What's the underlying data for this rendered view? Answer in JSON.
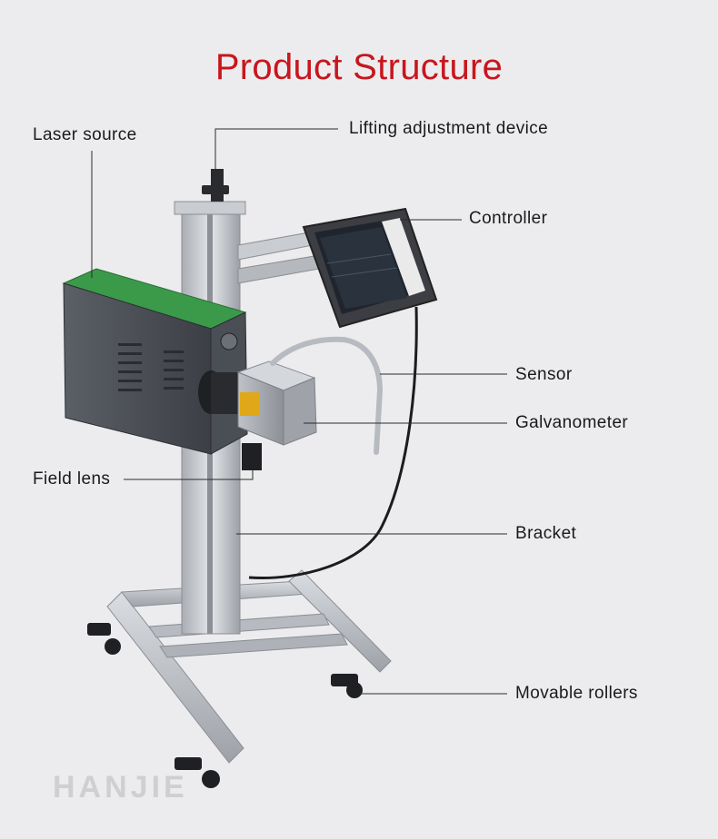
{
  "title": "Product Structure",
  "labels": {
    "laser_source": "Laser source",
    "lifting": "Lifting adjustment device",
    "controller": "Controller",
    "sensor": "Sensor",
    "galvanometer": "Galvanometer",
    "field_lens": "Field lens",
    "bracket": "Bracket",
    "rollers": "Movable rollers"
  },
  "watermark": "HANJIE",
  "colors": {
    "title": "#c8161d",
    "background": "#ececee",
    "laser_panel": "#3a9a4a"
  }
}
